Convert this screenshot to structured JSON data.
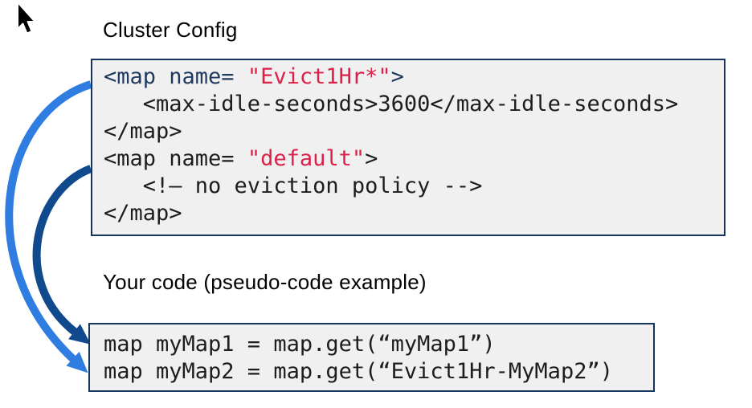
{
  "slide": {
    "background": "#ffffff"
  },
  "colors": {
    "box_background": "#f0f0f0",
    "box_border": "#16355e",
    "code_navy": "#1f3a5f",
    "code_black": "#1d1d1f",
    "code_red": "#dc2048",
    "arrow_light_blue": "#2f7de1",
    "arrow_dark_blue": "#10498c",
    "label_text": "#000000",
    "cursor_fill": "#000000"
  },
  "cluster_config": {
    "title": "Cluster Config",
    "code_lines": [
      {
        "tokens": [
          {
            "text": "<map name= ",
            "color": "navy"
          },
          {
            "text": "\"Evict1Hr*\"",
            "color": "red"
          },
          {
            "text": ">",
            "color": "navy"
          }
        ]
      },
      {
        "tokens": [
          {
            "text": "   <max-idle-seconds>3600</max-idle-seconds>",
            "color": "black"
          }
        ]
      },
      {
        "tokens": [
          {
            "text": "</map>",
            "color": "black"
          }
        ]
      },
      {
        "tokens": [
          {
            "text": "<map name= ",
            "color": "black"
          },
          {
            "text": "\"default\"",
            "color": "red"
          },
          {
            "text": ">",
            "color": "black"
          }
        ]
      },
      {
        "tokens": [
          {
            "text": "   <!– no eviction policy -->",
            "color": "black"
          }
        ]
      },
      {
        "tokens": [
          {
            "text": "</map>",
            "color": "black"
          }
        ]
      }
    ]
  },
  "your_code": {
    "title": "Your code (pseudo-code example)",
    "code_lines": [
      "map myMap1 = map.get(“myMap1”)",
      "map myMap2 = map.get(“Evict1Hr-MyMap2”)"
    ]
  },
  "arrows": [
    {
      "id": "evict-map-arrow",
      "color": "#2f7de1"
    },
    {
      "id": "default-map-arrow",
      "color": "#10498c"
    }
  ]
}
